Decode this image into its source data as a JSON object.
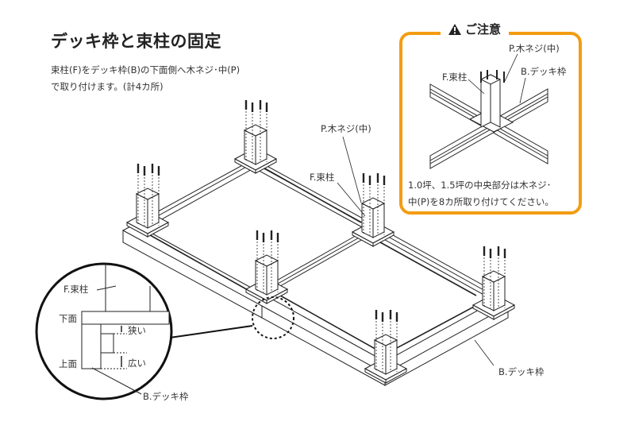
{
  "title": "デッキ枠と束柱の固定",
  "description": {
    "line1": "束柱(F)をデッキ枠(B)の下面側へ木ネジ･中(P)",
    "line2": "で取り付けます。(計4カ所)"
  },
  "notice": {
    "icon": "warning-triangle-icon",
    "heading": "ご注意",
    "label_screw": "P.木ネジ(中)",
    "label_post": "F.束柱",
    "label_frame": "B.デッキ枠",
    "text_line1": "1.0坪、1.5坪の中央部分は木ネジ･",
    "text_line2": "中(P)を8カ所取り付けてください。",
    "accent_color": "#f39c12"
  },
  "main_labels": {
    "screw": "P.木ネジ(中)",
    "post": "F.束柱",
    "frame": "B.デッキ枠"
  },
  "detail": {
    "post": "F.束柱",
    "bottom_face": "下面",
    "top_face": "上面",
    "narrow": "狭い",
    "wide": "広い",
    "frame": "B.デッキ枠"
  }
}
